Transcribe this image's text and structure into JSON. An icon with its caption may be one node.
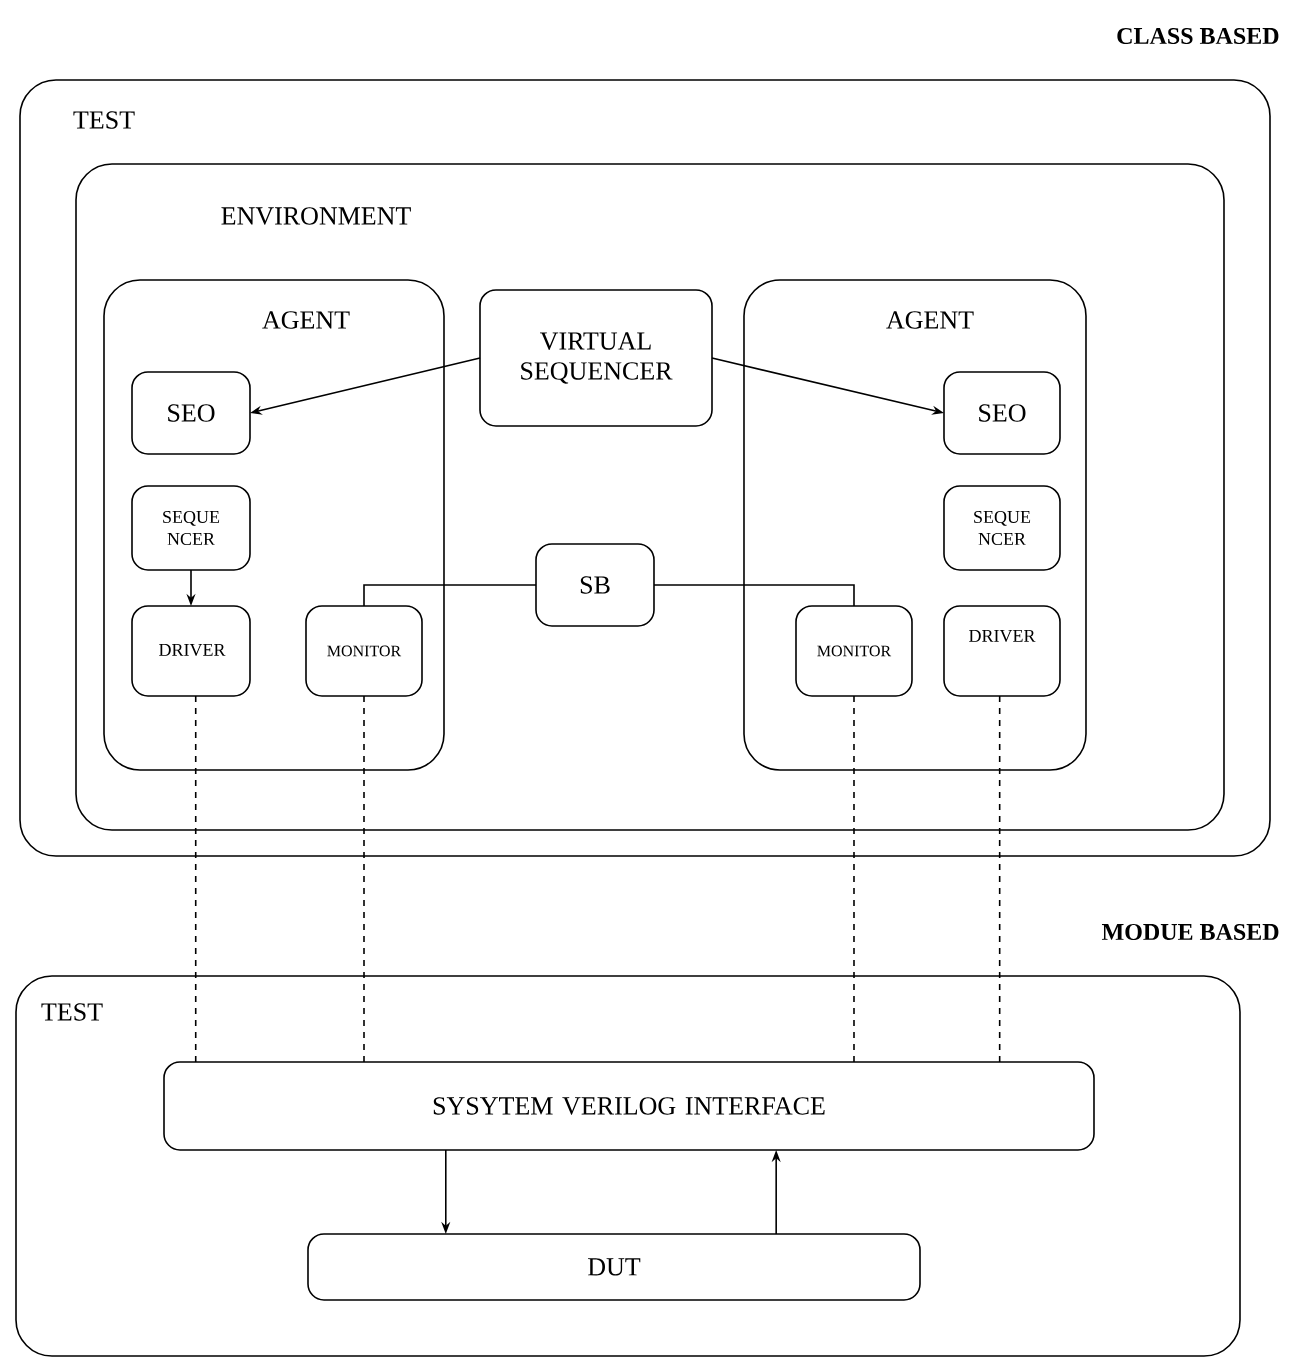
{
  "diagram": {
    "nodes": [
      {
        "text": [
          "TEST"
        ]
      },
      {
        "text": [
          "ENVIRONMENT"
        ],
        "in": 0
      },
      {
        "text": [
          "AGENT"
        ],
        "in": 1
      },
      {
        "text": [
          "VIRTUAL SEQUENCER"
        ],
        "in": 1
      },
      {
        "text": [
          "AGENT"
        ],
        "in": 1
      },
      {
        "text": [
          "SEO"
        ],
        "in": 2
      },
      {
        "text": [
          "SEQUE NCER"
        ],
        "in": 2
      },
      {
        "text": [
          "DRIVER"
        ],
        "in": 2
      },
      {
        "text": [
          "MONITOR"
        ],
        "in": 2
      },
      {
        "text": [
          "SB"
        ],
        "in": 1
      },
      {
        "text": [
          "SEO"
        ],
        "in": 4
      },
      {
        "text": [
          "SEQUE NCER"
        ],
        "in": 4
      },
      {
        "text": [
          "MONITOR"
        ],
        "in": 4
      },
      {
        "text": [
          "DRIVER"
        ],
        "in": 4
      },
      {
        "text": [
          "TEST"
        ]
      },
      {
        "text": [
          "SYSYTEM VERILOG INTERFACE"
        ],
        "in": 14
      },
      {
        "text": [
          "DUT"
        ],
        "in": 14
      }
    ],
    "edges": [
      {
        "from": 3,
        "to": 5,
        "arrow": "to"
      },
      {
        "from": 3,
        "to": 10,
        "arrow": "to"
      },
      {
        "from": 6,
        "to": 7,
        "arrow": "to"
      },
      {
        "from": 9,
        "to": 8,
        "arrow": "none"
      },
      {
        "from": 9,
        "to": 12,
        "arrow": "none"
      },
      {
        "from": 7,
        "to": 15,
        "arrow": "none",
        "style": "dashed"
      },
      {
        "from": 8,
        "to": 15,
        "arrow": "none",
        "style": "dashed"
      },
      {
        "from": 12,
        "to": 15,
        "arrow": "none",
        "style": "dashed"
      },
      {
        "from": 13,
        "to": 15,
        "arrow": "none",
        "style": "dashed"
      },
      {
        "from": 15,
        "to": 16,
        "arrow": "to"
      },
      {
        "from": 16,
        "to": 15,
        "arrow": "to"
      }
    ],
    "labels": [
      "CLASS BASED",
      "MODUE BASED"
    ]
  }
}
